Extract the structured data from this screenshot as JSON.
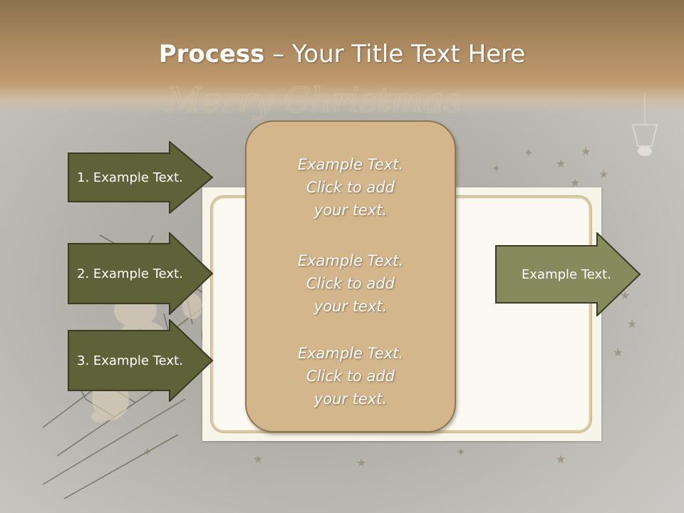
{
  "slide": {
    "title_bold": "Process",
    "title_rest": " – Your Title Text Here",
    "background_greeting": "Merry Christmas"
  },
  "left_arrows": [
    {
      "label": "1. Example Text."
    },
    {
      "label": "2. Example Text."
    },
    {
      "label": "3. Example Text."
    }
  ],
  "center_blocks": [
    {
      "line1": "Example Text.",
      "line2": "Click  to add",
      "line3": "your text."
    },
    {
      "line1": "Example Text.",
      "line2": "Click  to add",
      "line3": "your text."
    },
    {
      "line1": "Example Text.",
      "line2": "Click  to add",
      "line3": "your text."
    }
  ],
  "right_arrow": {
    "label": "Example Text."
  },
  "colors": {
    "dark_arrow": "#5f6139",
    "light_arrow": "#878a5d",
    "arrow_border": "#3a3b22",
    "center_box": "#d4b68c",
    "header": "#b8936a"
  }
}
